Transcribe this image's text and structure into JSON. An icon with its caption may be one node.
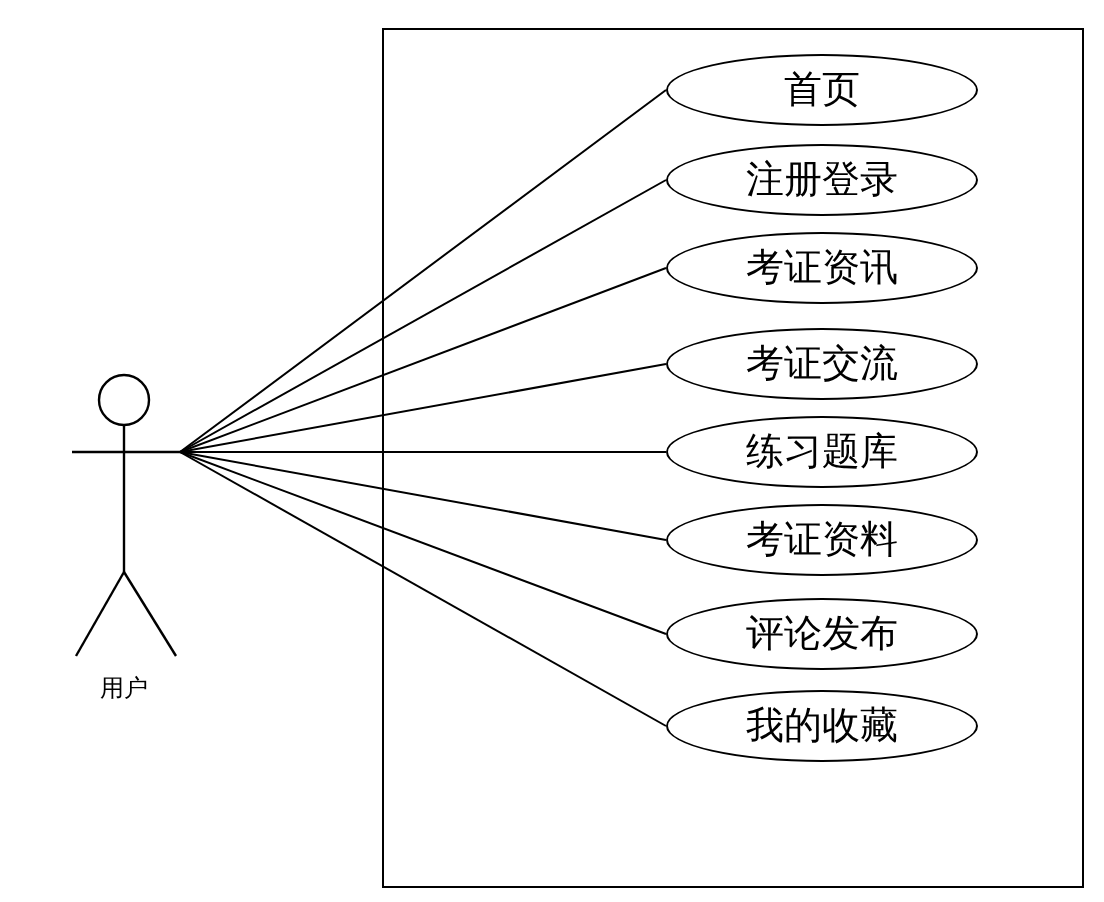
{
  "diagram": {
    "nodes": [
      {
        "text": [
          "用户"
        ]
      },
      {
        "text": [],
        "shape": "box"
      },
      {
        "text": [
          "首页"
        ],
        "in": 1
      },
      {
        "text": [
          "注册登录"
        ],
        "in": 1
      },
      {
        "text": [
          "考证资讯"
        ],
        "in": 1
      },
      {
        "text": [
          "考证交流"
        ],
        "in": 1
      },
      {
        "text": [
          "练习题库"
        ],
        "in": 1
      },
      {
        "text": [
          "考证资料"
        ],
        "in": 1
      },
      {
        "text": [
          "评论发布"
        ],
        "in": 1
      },
      {
        "text": [
          "我的收藏"
        ],
        "in": 1
      }
    ],
    "edges": [
      {
        "from": 0,
        "to": 2,
        "arrow": "none"
      },
      {
        "from": 0,
        "to": 3,
        "arrow": "none"
      },
      {
        "from": 0,
        "to": 4,
        "arrow": "none"
      },
      {
        "from": 0,
        "to": 5,
        "arrow": "none"
      },
      {
        "from": 0,
        "to": 6,
        "arrow": "none"
      },
      {
        "from": 0,
        "to": 7,
        "arrow": "none"
      },
      {
        "from": 0,
        "to": 8,
        "arrow": "none"
      },
      {
        "from": 0,
        "to": 9,
        "arrow": "none"
      }
    ]
  }
}
